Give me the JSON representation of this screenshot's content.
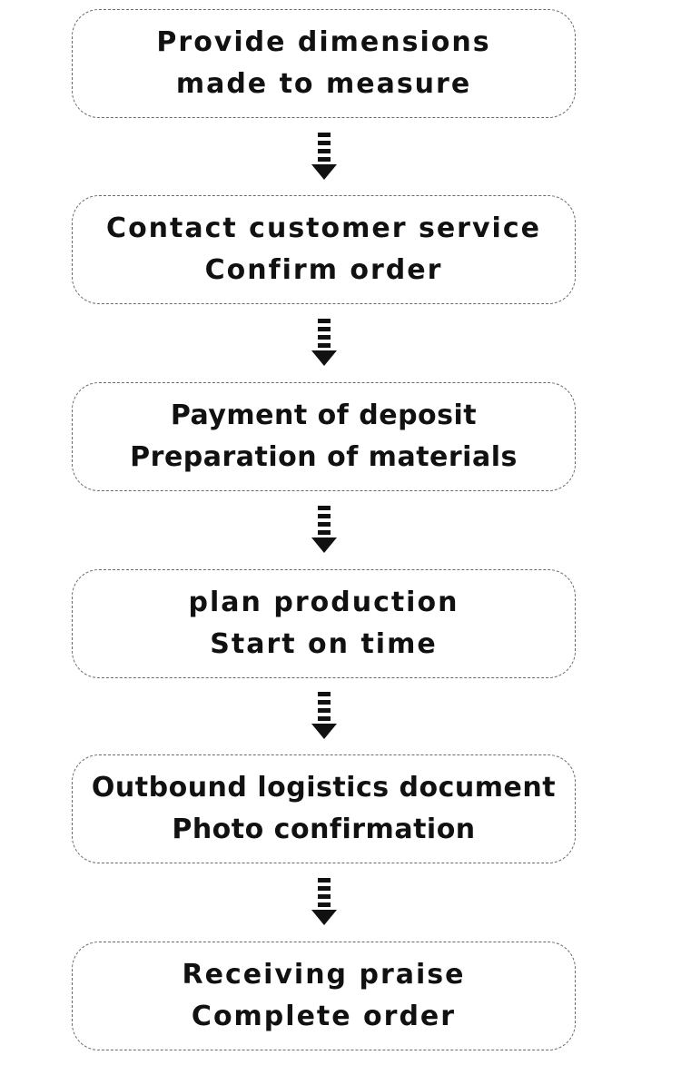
{
  "steps": [
    {
      "line1": "Provide dimensions",
      "line2": "made to measure"
    },
    {
      "line1": "Contact customer service",
      "line2": "Confirm order"
    },
    {
      "line1": "Payment of deposit",
      "line2": "Preparation of materials"
    },
    {
      "line1": "plan production",
      "line2": "Start on time"
    },
    {
      "line1": "Outbound logistics document",
      "line2": "Photo confirmation"
    },
    {
      "line1": "Receiving praise",
      "line2": "Complete order"
    }
  ],
  "colors": {
    "border": "#6b6b6b",
    "text": "#111111",
    "arrow": "#111111",
    "background": "#ffffff"
  },
  "icons": [
    "dashed-down-arrow-icon"
  ]
}
